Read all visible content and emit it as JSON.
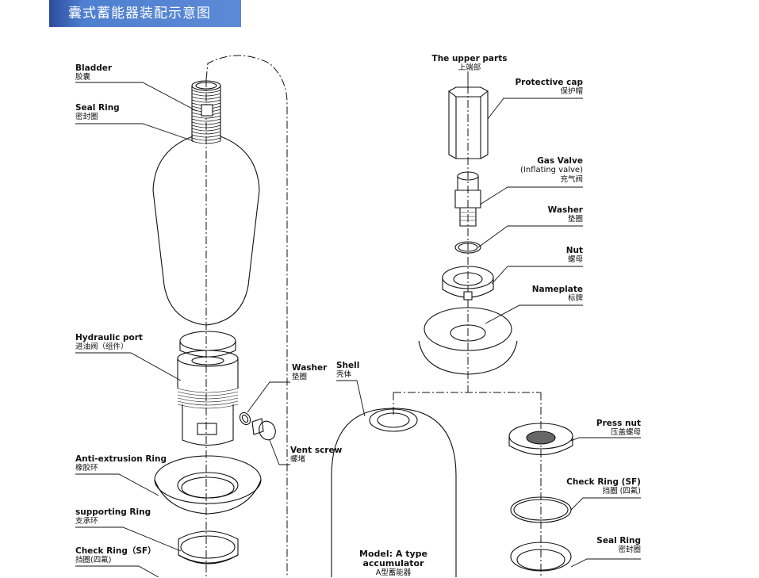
{
  "title": "囊式蓄能器装配示意图",
  "colors": {
    "banner": "#4f7fd0",
    "line": "#111111"
  },
  "labels": {
    "bladder": {
      "en": "Bladder",
      "zh": "胶囊"
    },
    "seal_ring_left": {
      "en": "Seal Ring",
      "zh": "密封圈"
    },
    "hydraulic_port": {
      "en": "Hydraulic port",
      "zh": "进油阀（组件）"
    },
    "washer_left": {
      "en": "Washer",
      "zh": "垫圈"
    },
    "vent_screw": {
      "en": "Vent screw",
      "zh": "螺堵"
    },
    "anti_extrusion_ring": {
      "en": "Anti-extrusion Ring",
      "zh": "橡胶环"
    },
    "supporting_ring": {
      "en": "supporting Ring",
      "zh": "支承环"
    },
    "check_ring_left": {
      "en": "Check Ring（SF）",
      "zh": "挡圈(四氟)"
    },
    "shell": {
      "en": "Shell",
      "zh": "壳体"
    },
    "upper_parts": {
      "en": "The upper parts",
      "zh": "上端部"
    },
    "protective_cap": {
      "en": "Protective cap",
      "zh": "保护帽"
    },
    "gas_valve": {
      "en": "Gas Valve",
      "en2": "(Inflating valve)",
      "zh": "充气阀"
    },
    "washer_right": {
      "en": "Washer",
      "zh": "垫圈"
    },
    "nut": {
      "en": "Nut",
      "zh": "螺母"
    },
    "nameplate": {
      "en": "Nameplate",
      "zh": "标牌"
    },
    "press_nut": {
      "en": "Press nut",
      "zh": "压盖螺母"
    },
    "check_ring_right": {
      "en": "Check Ring (SF)",
      "zh": "挡圈 (四氟)"
    },
    "seal_ring_right": {
      "en": "Seal Ring",
      "zh": "密封圈"
    },
    "model": {
      "en": "Model: A type",
      "en2": "accumulator",
      "zh": "A型蓄能器"
    }
  }
}
